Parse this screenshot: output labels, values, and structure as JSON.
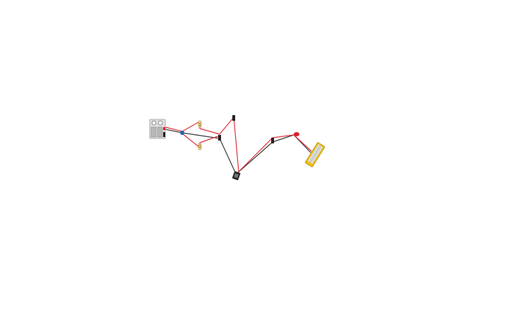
{
  "canvas": {
    "background": "#ffffff"
  },
  "colors": {
    "wire_red": "#e0323c",
    "wire_black": "#3a3a3a",
    "terminal_dark": "#222222",
    "terminal_red": "#d8232a",
    "node_blue": "#2c5fa8",
    "resistor_body": "#e8d9a8",
    "resistor_band": "#c08a2a",
    "battery_body": "#e0e0e0",
    "battery_border": "#999999",
    "panel_frame": "#f2c200",
    "panel_inner": "#d8d8d8",
    "lamp_body": "#2b2b2b"
  },
  "components": [
    {
      "id": "battery-pack",
      "kind": "battery",
      "icon": "battery-pack-icon"
    },
    {
      "id": "junction-node",
      "kind": "node",
      "icon": "junction-node-icon"
    },
    {
      "id": "resistor-top",
      "kind": "resistor",
      "icon": "resistor-icon"
    },
    {
      "id": "resistor-bottom",
      "kind": "resistor",
      "icon": "resistor-icon"
    },
    {
      "id": "switch-middle",
      "kind": "terminal",
      "icon": "terminal-icon"
    },
    {
      "id": "probe-top",
      "kind": "terminal",
      "icon": "terminal-icon"
    },
    {
      "id": "lamp",
      "kind": "lamp",
      "icon": "lamp-icon"
    },
    {
      "id": "terminal-right",
      "kind": "terminal",
      "icon": "terminal-icon"
    },
    {
      "id": "led",
      "kind": "led",
      "icon": "led-icon"
    },
    {
      "id": "solar-panel",
      "kind": "panel",
      "icon": "solar-panel-icon"
    }
  ]
}
